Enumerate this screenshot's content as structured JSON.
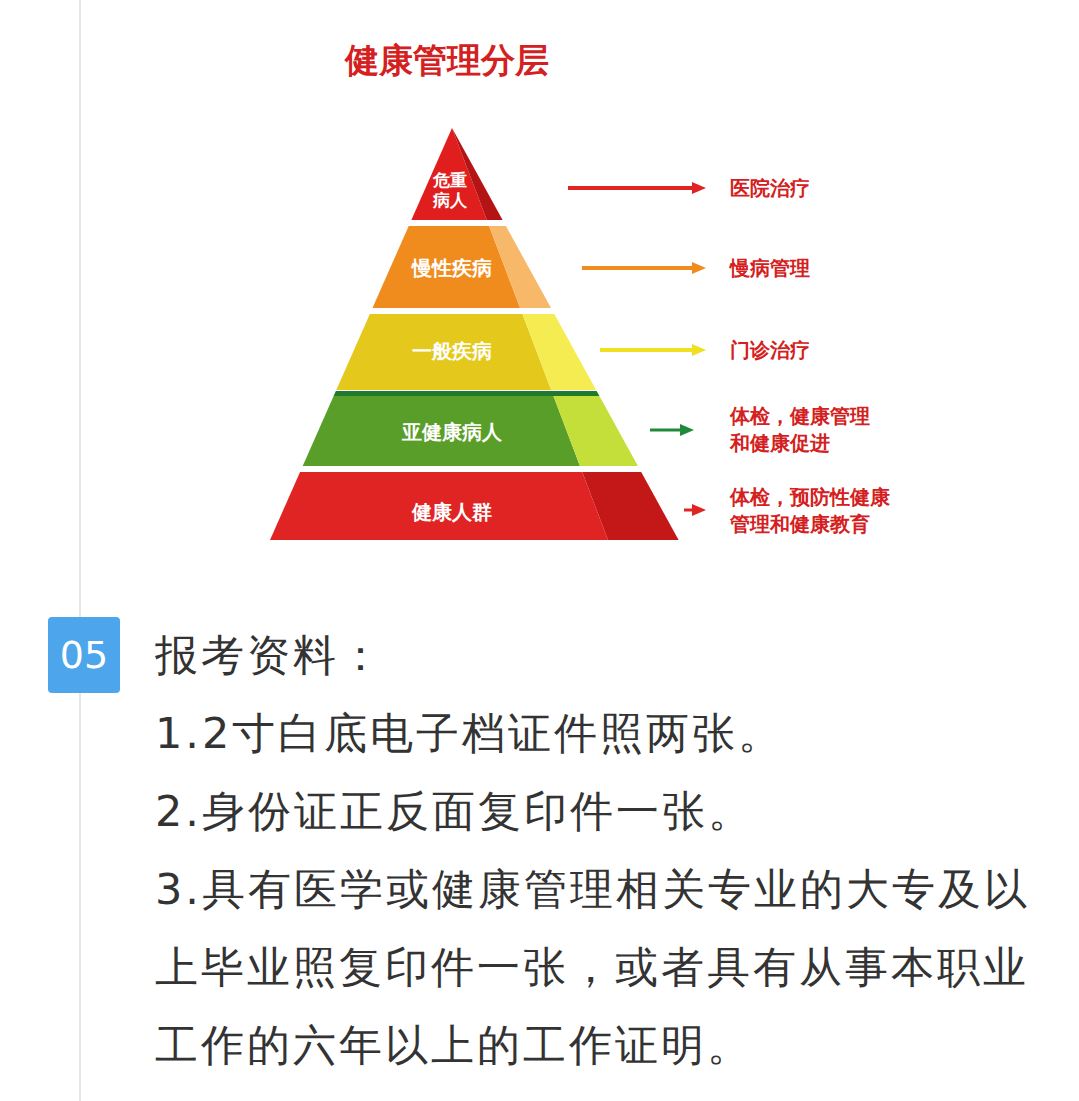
{
  "diagram": {
    "title": "健康管理分层",
    "nodes": [
      {
        "text": [
          "危重病人"
        ]
      },
      {
        "text": [
          "慢性疾病"
        ]
      },
      {
        "text": [
          "一般疾病"
        ]
      },
      {
        "text": [
          "亚健康病人"
        ]
      },
      {
        "text": [
          "健康人群"
        ]
      },
      {
        "text": [
          "05"
        ]
      }
    ],
    "labels": [
      "医院治疗",
      "慢病管理",
      "门诊治疗",
      "体检，健康管理和健康促进",
      "体检，预防性健康管理和健康教育",
      "报考资料：",
      "1.2寸白底电子档证件照两张。",
      "2.身份证正反面复印件一张。",
      "3.具有医学或健康管理相关专业的大专及以上毕业照复印件一张，或者具有从事本职业工作的六年以上的工作证明。"
    ]
  }
}
